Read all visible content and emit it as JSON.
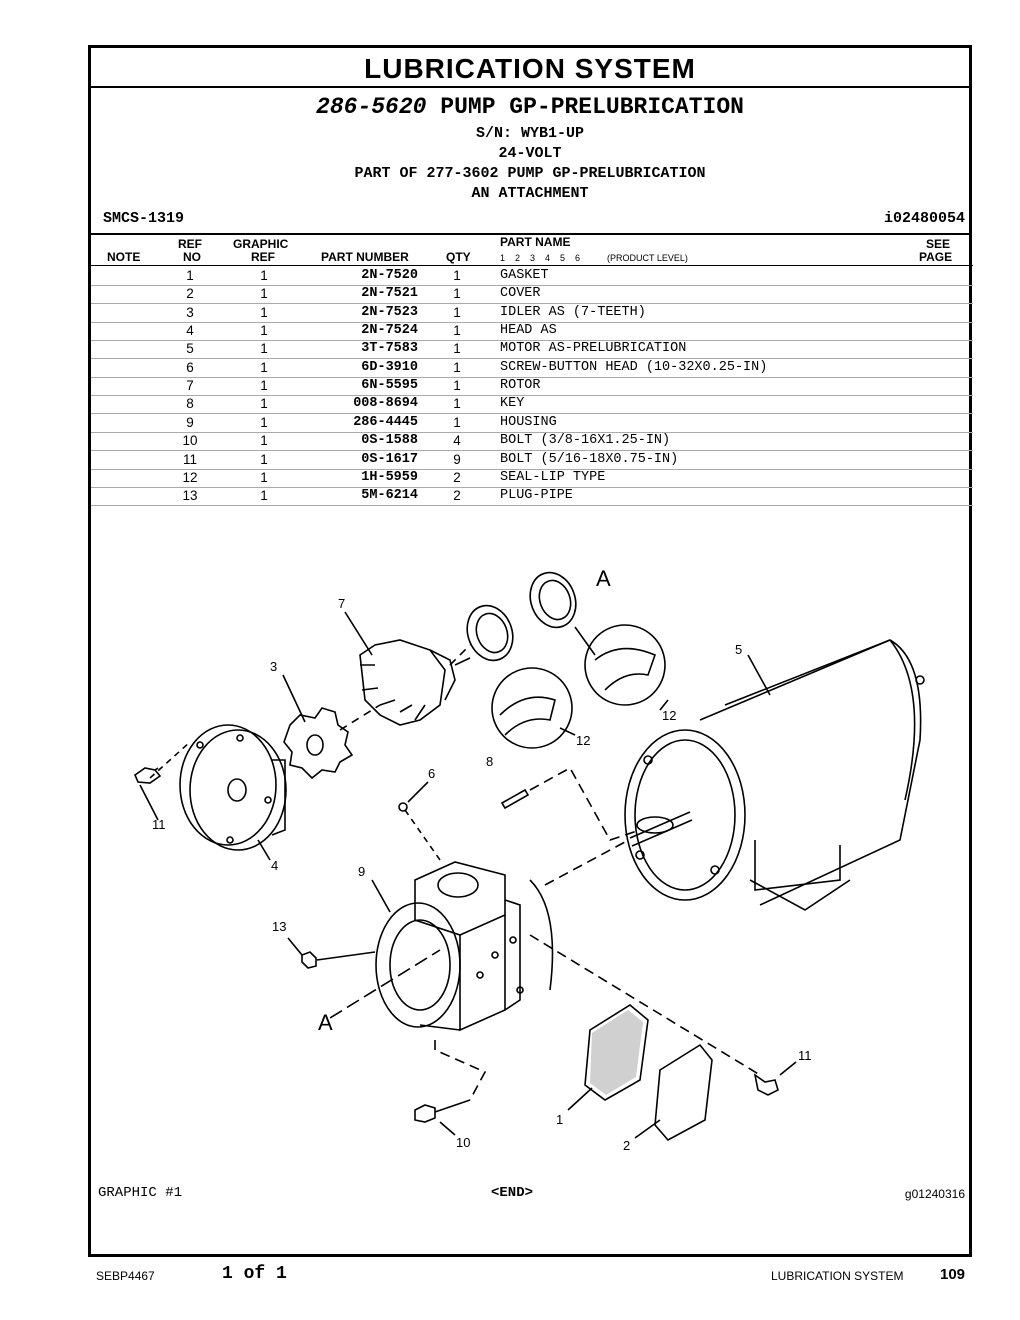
{
  "section_title": "LUBRICATION SYSTEM",
  "header": {
    "group_number": "286-5620",
    "group_name": "PUMP GP-PRELUBRICATION",
    "serial": "S/N: WYB1-UP",
    "voltage": "24-VOLT",
    "part_of": "PART OF 277-3602 PUMP GP-PRELUBRICATION",
    "attachment": "AN ATTACHMENT",
    "smcs": "SMCS-1319",
    "id": "i02480054"
  },
  "table": {
    "headers": {
      "note": "NOTE",
      "ref_top": "REF",
      "ref_bottom": "NO",
      "graphic_top": "GRAPHIC",
      "graphic_bottom": "REF",
      "part_number": "PART NUMBER",
      "qty": "QTY",
      "part_name": "PART NAME",
      "product_levels": "1    2    3    4    5    6",
      "product_level_label": "(PRODUCT LEVEL)",
      "see_top": "SEE",
      "see_bottom": "PAGE"
    },
    "rows": [
      {
        "ref": "1",
        "graphic": "1",
        "part_number": "2N-7520",
        "qty": "1",
        "name": "GASKET"
      },
      {
        "ref": "2",
        "graphic": "1",
        "part_number": "2N-7521",
        "qty": "1",
        "name": "COVER"
      },
      {
        "ref": "3",
        "graphic": "1",
        "part_number": "2N-7523",
        "qty": "1",
        "name": "IDLER AS (7-TEETH)"
      },
      {
        "ref": "4",
        "graphic": "1",
        "part_number": "2N-7524",
        "qty": "1",
        "name": "HEAD AS"
      },
      {
        "ref": "5",
        "graphic": "1",
        "part_number": "3T-7583",
        "qty": "1",
        "name": "MOTOR AS-PRELUBRICATION"
      },
      {
        "ref": "6",
        "graphic": "1",
        "part_number": "6D-3910",
        "qty": "1",
        "name": "SCREW-BUTTON HEAD (10-32X0.25-IN)"
      },
      {
        "ref": "7",
        "graphic": "1",
        "part_number": "6N-5595",
        "qty": "1",
        "name": "ROTOR"
      },
      {
        "ref": "8",
        "graphic": "1",
        "part_number": "008-8694",
        "qty": "1",
        "name": "KEY"
      },
      {
        "ref": "9",
        "graphic": "1",
        "part_number": "286-4445",
        "qty": "1",
        "name": "HOUSING"
      },
      {
        "ref": "10",
        "graphic": "1",
        "part_number": "0S-1588",
        "qty": "4",
        "name": "BOLT (3/8-16X1.25-IN)"
      },
      {
        "ref": "11",
        "graphic": "1",
        "part_number": "0S-1617",
        "qty": "9",
        "name": "BOLT (5/16-18X0.75-IN)"
      },
      {
        "ref": "12",
        "graphic": "1",
        "part_number": "1H-5959",
        "qty": "2",
        "name": "SEAL-LIP TYPE"
      },
      {
        "ref": "13",
        "graphic": "1",
        "part_number": "5M-6214",
        "qty": "2",
        "name": "PLUG-PIPE"
      }
    ]
  },
  "illustration": {
    "callouts": {
      "c7": "7",
      "c3": "3",
      "c5": "5",
      "c12a": "12",
      "c12b": "12",
      "c11a": "11",
      "c4": "4",
      "c6": "6",
      "c8": "8",
      "c9": "9",
      "c13": "13",
      "cA1": "A",
      "cA2": "A",
      "c11b": "11",
      "c1": "1",
      "c2": "2",
      "c10": "10"
    }
  },
  "graphic_label": "GRAPHIC #1",
  "end_label": "<END>",
  "graphic_number": "g01240316",
  "footer": {
    "doc_number": "SEBP4467",
    "page_of": "1 of 1",
    "section": "LUBRICATION SYSTEM",
    "page_number": "109"
  }
}
